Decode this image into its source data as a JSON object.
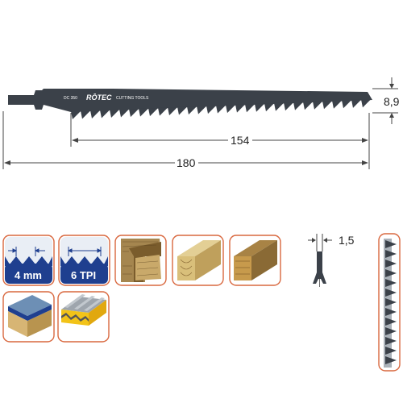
{
  "blade": {
    "model_code": "DC 350",
    "brand": "RŌTEC",
    "brand_tagline": "CUTTING TOOLS"
  },
  "dimensions": {
    "height": "8,9",
    "cutting_length": "154",
    "total_length": "180",
    "thickness": "1,5"
  },
  "tiles": {
    "tooth_pitch": "4 mm",
    "tpi": "6 TPI"
  },
  "colors": {
    "blade": "#3b4149",
    "tile_border": "#d9683f",
    "tile_blue": "#1f3f8f",
    "wood_light": "#d9bf7a",
    "wood_dark": "#8a6a35"
  }
}
